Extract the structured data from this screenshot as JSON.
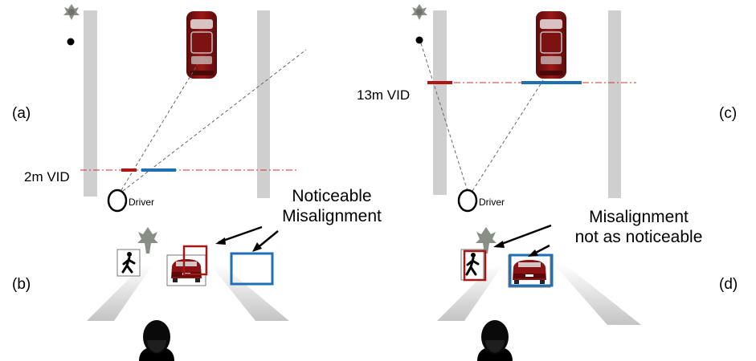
{
  "panels": {
    "a": "(a)",
    "b": "(b)",
    "c": "(c)",
    "d": "(d)"
  },
  "vid": {
    "left": "2m VID",
    "right": "13m VID"
  },
  "driver": {
    "left": "Driver",
    "right": "Driver"
  },
  "callouts": {
    "left_line1": "Noticeable",
    "left_line2": "Misalignment",
    "right_line1": "Misalignment",
    "right_line2": "not as noticeable"
  },
  "colors": {
    "real_marker": "#b01616",
    "virtual_marker": "#1f6fb4",
    "road_edge": "#cfcfcf",
    "car_body": "#7a1010",
    "vid_line": "#d23030",
    "sight_line": "#666666"
  },
  "icons": [
    "tree-icon",
    "landmark-dot-icon",
    "car-topview-icon",
    "pedestrian-sign-icon",
    "car-rear-icon",
    "driver-head-icon",
    "road-lane-icon"
  ]
}
